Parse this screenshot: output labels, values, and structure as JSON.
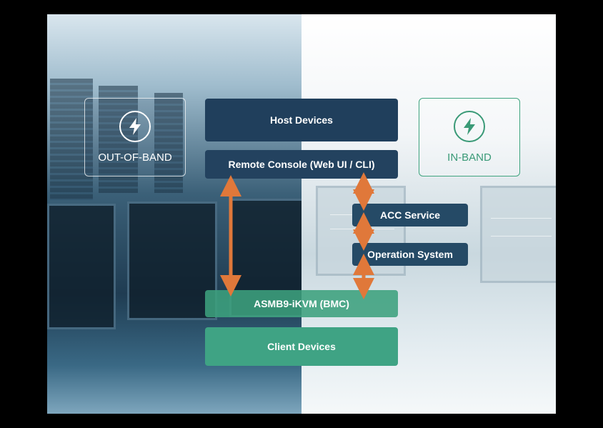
{
  "modes": {
    "out_of_band": {
      "label": "OUT-OF-BAND",
      "icon": "lightning-icon"
    },
    "in_band": {
      "label": "IN-BAND",
      "icon": "lightning-icon"
    }
  },
  "blocks": {
    "host": "Host Devices",
    "remote": "Remote Console (Web UI / CLI)",
    "acc": "ACC Service",
    "os": "Operation System",
    "bmc": "ASMB9-iKVM (BMC)",
    "client": "Client Devices"
  },
  "colors": {
    "navy_block": "#203f5c",
    "green_block": "#3fa384",
    "arrow": "#e0783a",
    "in_band_accent": "#3a9a77"
  }
}
